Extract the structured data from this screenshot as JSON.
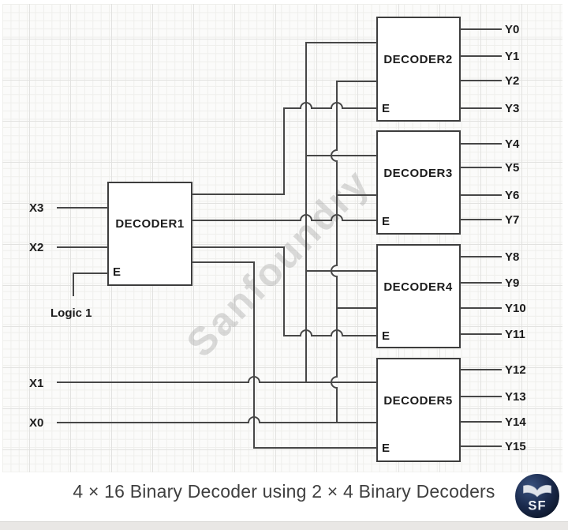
{
  "title": "4 × 16 Binary Decoder using 2 × 4 Binary Decoders",
  "watermark": "Sanfoundry",
  "logo_text": "SF",
  "colors": {
    "wire": "#474747",
    "box_stroke": "#3d3d3d",
    "label": "#1c1c1c",
    "title": "#3f3f3f",
    "watermark": "#ababab",
    "strip": "#e9e7e5",
    "logo_bg": "#15213d"
  },
  "decoders": {
    "d1": "DECODER1",
    "d2": "DECODER2",
    "d3": "DECODER3",
    "d4": "DECODER4",
    "d5": "DECODER5",
    "enable": "E"
  },
  "inputs": {
    "x3": "X3",
    "x2": "X2",
    "x1": "X1",
    "x0": "X0",
    "logic": "Logic 1"
  },
  "outputs": [
    "Y0",
    "Y1",
    "Y2",
    "Y3",
    "Y4",
    "Y5",
    "Y6",
    "Y7",
    "Y8",
    "Y9",
    "Y10",
    "Y11",
    "Y12",
    "Y13",
    "Y14",
    "Y15"
  ]
}
